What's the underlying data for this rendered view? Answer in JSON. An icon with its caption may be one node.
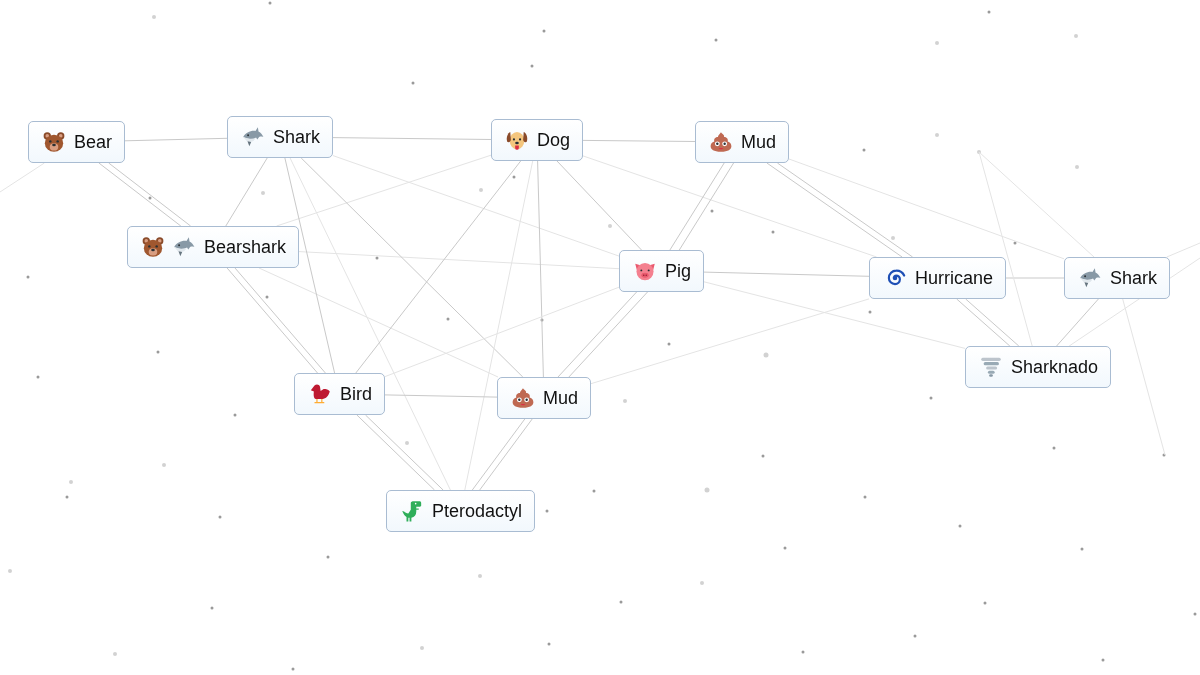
{
  "diagram": {
    "nodes": [
      {
        "text": [
          "Bear"
        ]
      },
      {
        "text": [
          "Shark"
        ]
      },
      {
        "text": [
          "Dog"
        ]
      },
      {
        "text": [
          "Mud"
        ]
      },
      {
        "text": [
          "Bearshark"
        ]
      },
      {
        "text": [
          "Pig"
        ]
      },
      {
        "text": [
          "Hurricane"
        ]
      },
      {
        "text": [
          "Shark"
        ]
      },
      {
        "text": [
          "Sharknado"
        ]
      },
      {
        "text": [
          "Bird"
        ]
      },
      {
        "text": [
          "Mud"
        ]
      },
      {
        "text": [
          "Pterodactyl"
        ]
      }
    ],
    "edges": [
      {
        "from": 0,
        "to": 1,
        "arrow": "none"
      },
      {
        "from": 1,
        "to": 2,
        "arrow": "none"
      },
      {
        "from": 2,
        "to": 3,
        "arrow": "none"
      },
      {
        "from": 0,
        "to": 4,
        "arrow": "none"
      },
      {
        "from": 0,
        "to": 4,
        "arrow": "none"
      },
      {
        "from": 1,
        "to": 4,
        "arrow": "none"
      },
      {
        "from": 0,
        "to": null,
        "arrow": "none",
        "color": "#e4e4e4"
      },
      {
        "from": 4,
        "to": 2,
        "arrow": "none",
        "color": "#e4e4e4"
      },
      {
        "from": 4,
        "to": 9,
        "arrow": "none"
      },
      {
        "from": 4,
        "to": 9,
        "arrow": "none"
      },
      {
        "from": 4,
        "to": 5,
        "arrow": "none",
        "color": "#e4e4e4"
      },
      {
        "from": 4,
        "to": 10,
        "arrow": "none",
        "color": "#e4e4e4"
      },
      {
        "from": 1,
        "to": 9,
        "arrow": "none"
      },
      {
        "from": 1,
        "to": 10,
        "arrow": "none"
      },
      {
        "from": 1,
        "to": 11,
        "arrow": "none",
        "color": "#e4e4e4"
      },
      {
        "from": 1,
        "to": 5,
        "arrow": "none",
        "color": "#e4e4e4"
      },
      {
        "from": 2,
        "to": 5,
        "arrow": "none"
      },
      {
        "from": 2,
        "to": 9,
        "arrow": "none"
      },
      {
        "from": 2,
        "to": 10,
        "arrow": "none"
      },
      {
        "from": 2,
        "to": 11,
        "arrow": "none",
        "color": "#e4e4e4"
      },
      {
        "from": 2,
        "to": 6,
        "arrow": "none",
        "color": "#e4e4e4"
      },
      {
        "from": 3,
        "to": 5,
        "arrow": "none"
      },
      {
        "from": 3,
        "to": 5,
        "arrow": "none"
      },
      {
        "from": 3,
        "to": 6,
        "arrow": "none"
      },
      {
        "from": 3,
        "to": 6,
        "arrow": "none"
      },
      {
        "from": 3,
        "to": 7,
        "arrow": "none",
        "color": "#e4e4e4"
      },
      {
        "from": 5,
        "to": 6,
        "arrow": "none"
      },
      {
        "from": 5,
        "to": 8,
        "arrow": "none",
        "color": "#e4e4e4"
      },
      {
        "from": 5,
        "to": 9,
        "arrow": "none",
        "color": "#e4e4e4"
      },
      {
        "from": 5,
        "to": 10,
        "arrow": "none"
      },
      {
        "from": 5,
        "to": 10,
        "arrow": "none"
      },
      {
        "from": 6,
        "to": 7,
        "arrow": "none"
      },
      {
        "from": 6,
        "to": 8,
        "arrow": "none"
      },
      {
        "from": 6,
        "to": 8,
        "arrow": "none"
      },
      {
        "from": 7,
        "to": 8,
        "arrow": "none"
      },
      {
        "from": 7,
        "to": null,
        "arrow": "none",
        "color": "#e4e4e4"
      },
      {
        "from": 7,
        "to": null,
        "arrow": "none",
        "color": "#e4e4e4"
      },
      {
        "from": null,
        "to": 7,
        "arrow": "none",
        "color": "#e4e4e4"
      },
      {
        "from": null,
        "to": 8,
        "arrow": "none",
        "color": "#e4e4e4"
      },
      {
        "from": 9,
        "to": 10,
        "arrow": "none"
      },
      {
        "from": 9,
        "to": 11,
        "arrow": "none"
      },
      {
        "from": 9,
        "to": 11,
        "arrow": "none"
      },
      {
        "from": 10,
        "to": 11,
        "arrow": "none"
      },
      {
        "from": 10,
        "to": 11,
        "arrow": "none"
      },
      {
        "from": 10,
        "to": 6,
        "arrow": "none",
        "color": "#e4e4e4"
      },
      {
        "from": 8,
        "to": null,
        "arrow": "none",
        "color": "#e4e4e4"
      }
    ]
  }
}
